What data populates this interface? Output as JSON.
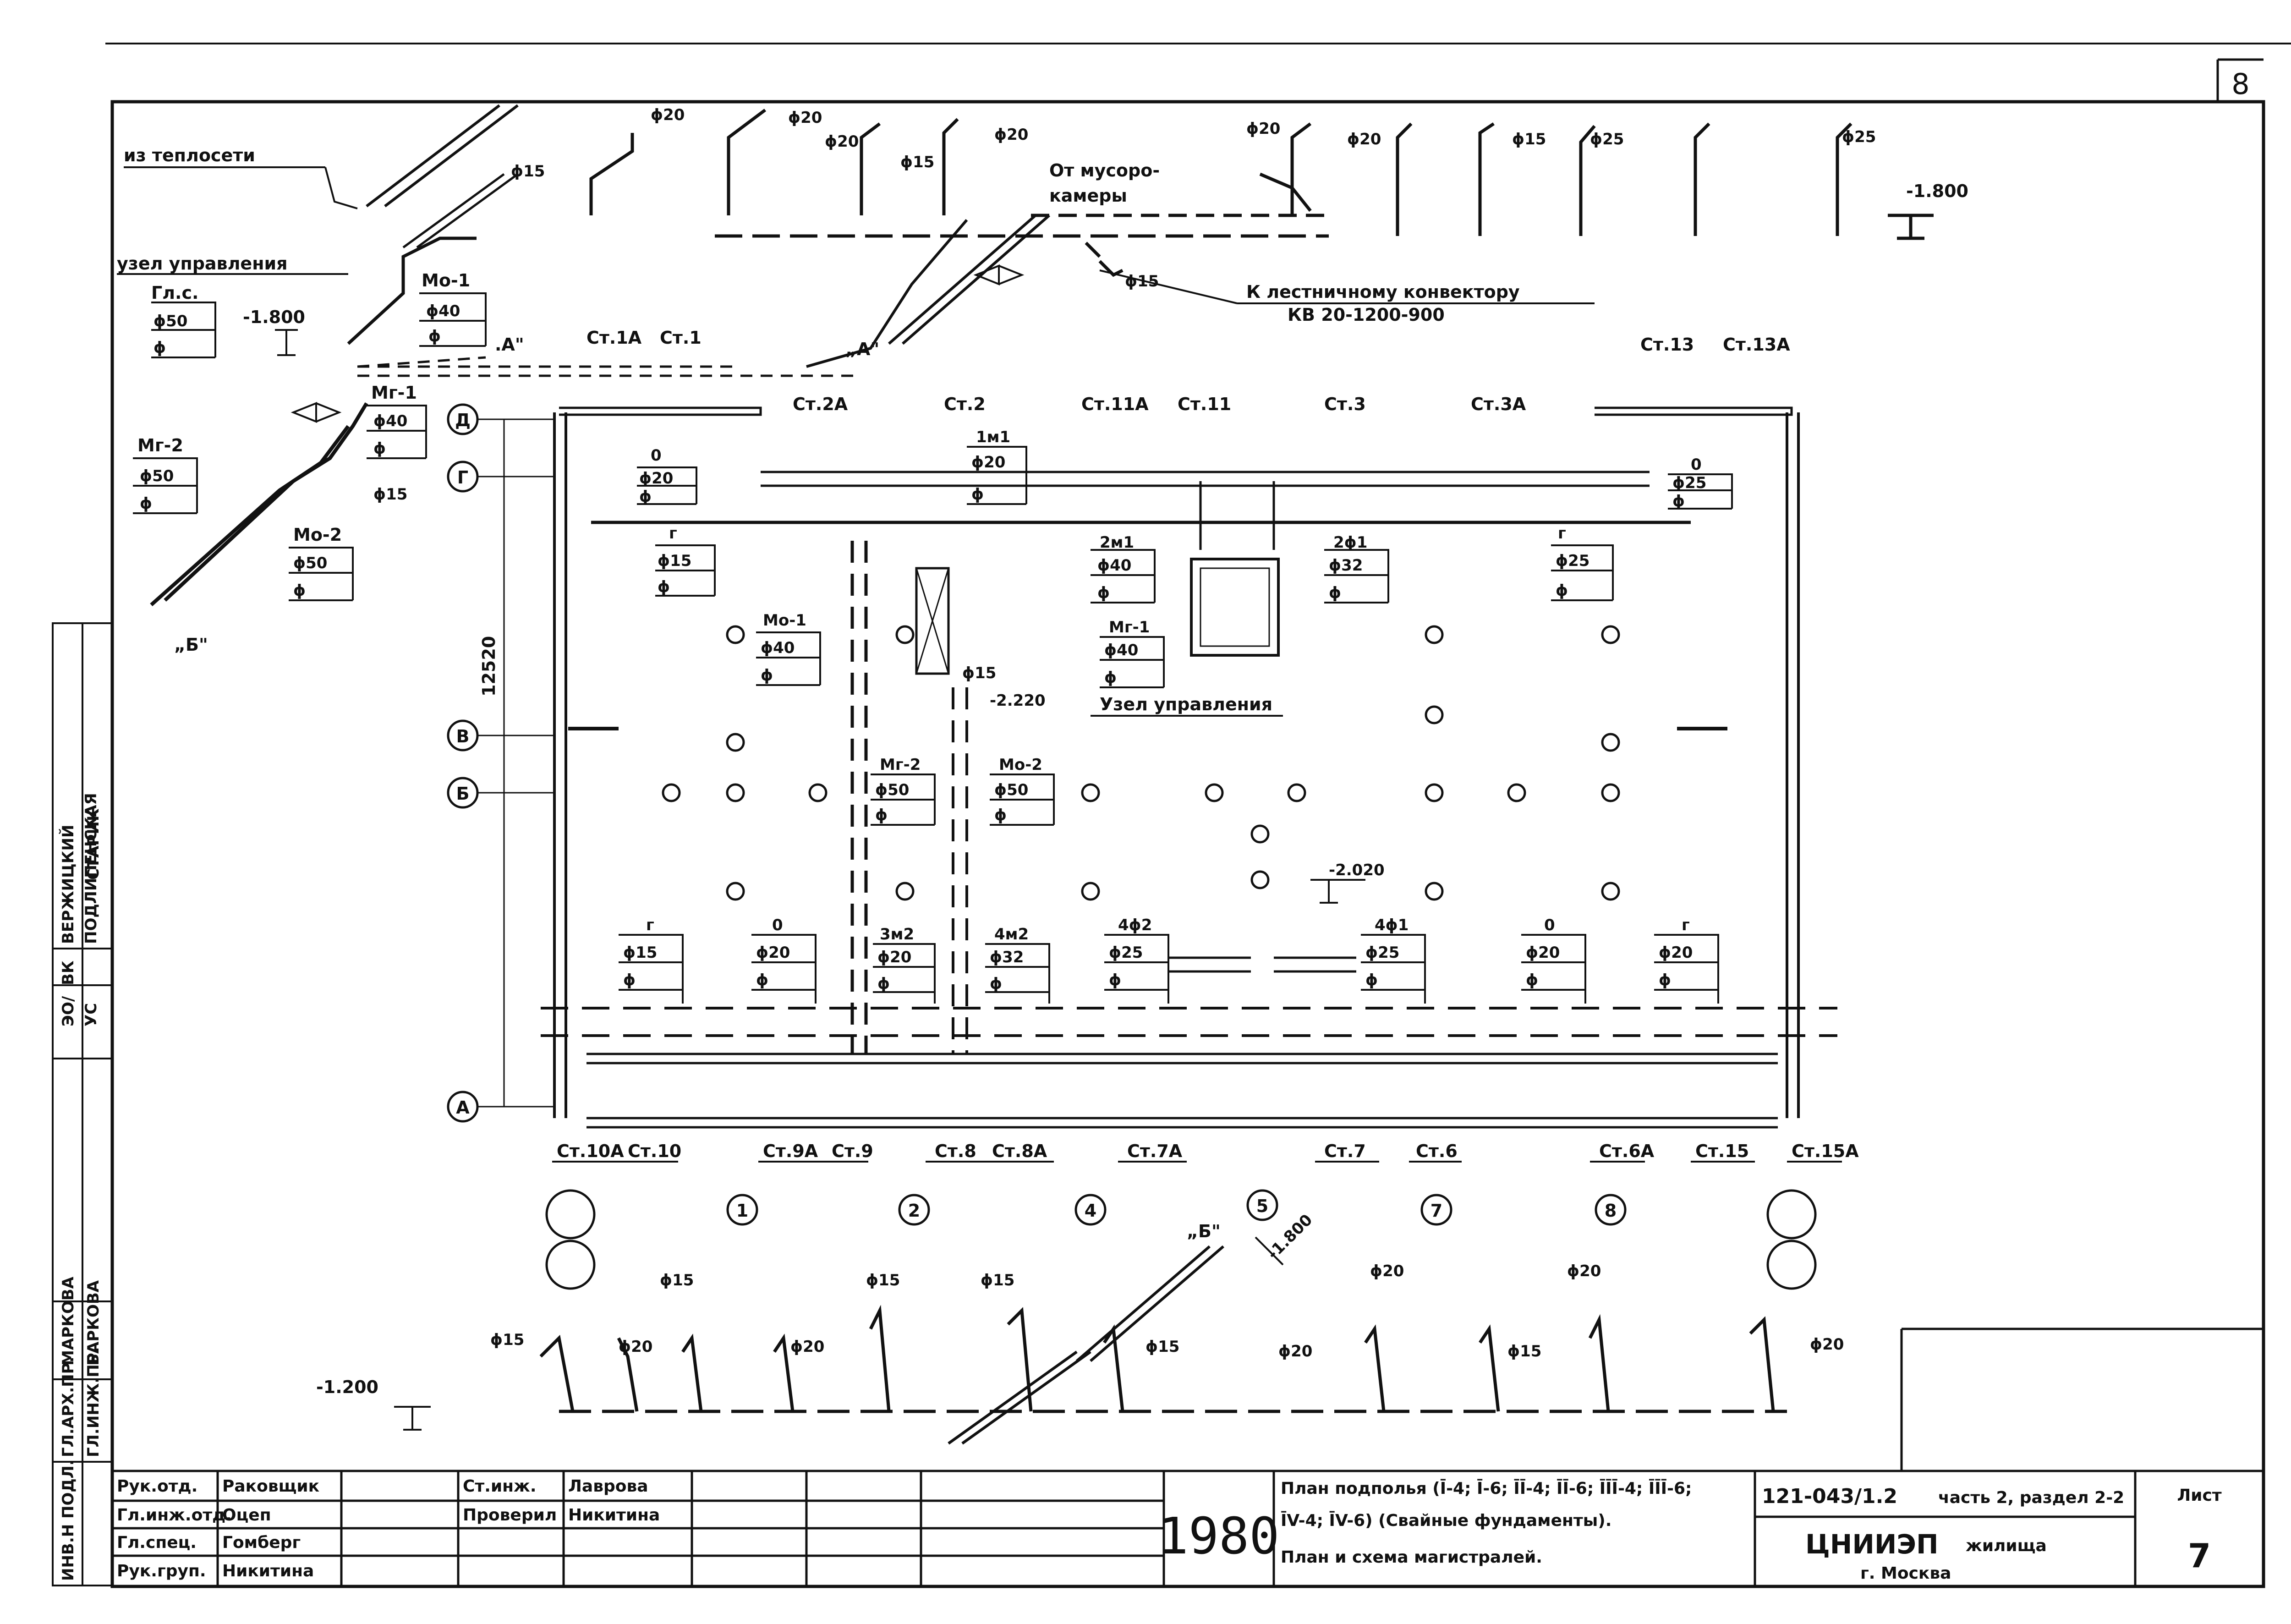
{
  "sheet": {
    "page_number": "8",
    "sheet_number": "7"
  },
  "top_schema": {
    "from_network": "из теплосети",
    "control_node": "узел управления",
    "gl_s": "Гл.с.",
    "from_chamber_1": "От мусоро-",
    "from_chamber_2": "камеры",
    "to_convector": "К лестничному конвектору",
    "convector_model": "КВ 20-1200-900",
    "mark_a_left": ".А\"",
    "mark_a_right": "„А\"",
    "mark_b": "„Б\"",
    "elev_left": "-1.800",
    "elev_right": "-1.800",
    "risers": [
      {
        "name": "Мо-1",
        "d": "ϕ40"
      },
      {
        "name": "Мг-1",
        "d": "ϕ40"
      },
      {
        "name": "Мг-2",
        "d": "ϕ50"
      },
      {
        "name": "Мо-2",
        "d": "ϕ50"
      }
    ],
    "branch_d": [
      "ϕ15",
      "ϕ20",
      "ϕ20",
      "ϕ20",
      "ϕ15",
      "ϕ20",
      "ϕ20",
      "ϕ20",
      "ϕ15",
      "ϕ25",
      "ϕ25",
      "ϕ15",
      "ϕ50",
      "ϕ15"
    ],
    "phi": "ϕ"
  },
  "plan": {
    "axes_letters": [
      "Д",
      "Г",
      "В",
      "Б",
      "А"
    ],
    "axes_numbers": [
      "1",
      "2",
      "4",
      "5",
      "7",
      "8"
    ],
    "dimension": "12520",
    "control_node": "Узел управления",
    "elev_220": "-2.220",
    "elev_020": "-2.020",
    "top_stands": [
      "Ст.1А",
      "Ст.1",
      "Ст.2А",
      "Ст.2",
      "Ст.11А",
      "Ст.11",
      "Ст.3",
      "Ст.3А",
      "Ст.13",
      "Ст.13А"
    ],
    "bottom_stands": [
      "Ст.10А",
      "Ст.10",
      "Ст.9А",
      "Ст.9",
      "Ст.8",
      "Ст.8А",
      "Ст.7А",
      "Ст.7",
      "Ст.6",
      "Ст.6А",
      "Ст.15",
      "Ст.15А"
    ],
    "top_tags": [
      {
        "name": "0",
        "d": "ϕ20"
      },
      {
        "name": "г",
        "d": "ϕ15"
      },
      {
        "name": "1м1",
        "d": "ϕ20"
      },
      {
        "name": "2м1",
        "d": "ϕ40"
      },
      {
        "name": "2ϕ1",
        "d": "ϕ32"
      },
      {
        "name": "г",
        "d": "ϕ25"
      },
      {
        "name": "0",
        "d": "ϕ25"
      },
      {
        "name": "Мо-1",
        "d": "ϕ40"
      },
      {
        "name": "Мг-1",
        "d": "ϕ40"
      },
      {
        "name": "Мг-2",
        "d": "ϕ50"
      },
      {
        "name": "Мо-2",
        "d": "ϕ50"
      }
    ],
    "bottom_tags": [
      {
        "name": "г",
        "d": "ϕ15"
      },
      {
        "name": "0",
        "d": "ϕ20"
      },
      {
        "name": "3м2",
        "d": "ϕ20"
      },
      {
        "name": "4м2",
        "d": "ϕ32"
      },
      {
        "name": "4ϕ2",
        "d": "ϕ25"
      },
      {
        "name": "4ϕ1",
        "d": "ϕ25"
      },
      {
        "name": "0",
        "d": "ϕ20"
      },
      {
        "name": "г",
        "d": "ϕ20"
      }
    ],
    "small_d": "ϕ15"
  },
  "bottom_schema": {
    "mark_b": "„Б\"",
    "elev_1800": "-1.800",
    "elev_1200": "-1.200",
    "branch_d": [
      "ϕ15",
      "ϕ20",
      "ϕ20",
      "ϕ15",
      "ϕ15",
      "ϕ15",
      "ϕ20",
      "ϕ20",
      "ϕ15",
      "ϕ20",
      "ϕ20"
    ]
  },
  "side_stamp": [
    "ВК",
    "ВЕРЖИЦКИЙ",
    "ЭО/",
    "ПОДЛИПЕНСКАЯ",
    "УС",
    "СТАРИК",
    "ГЛ.АРХ.ПР.",
    "МАРКОВА",
    "ГЛ.ИНЖ.ПР.",
    "БАРКОВА",
    "ИНВ.Н ПОДЛ."
  ],
  "title_block": {
    "rows": [
      {
        "role": "Рук.отд.",
        "name": "Раковщик"
      },
      {
        "role": "Гл.инж.отд.",
        "name": "Оцеп"
      },
      {
        "role": "Гл.спец.",
        "name": "Гомберг"
      },
      {
        "role": "Рук.груп.",
        "name": "Никитина"
      }
    ],
    "rows2": [
      {
        "role": "Ст.инж.",
        "name": "Лаврова"
      },
      {
        "role": "Проверил",
        "name": "Никитина"
      }
    ],
    "year": "1980",
    "title_1": "План подполья (Ī-4; Ī-6; ĪĪ-4; ĪĪ-6; ĪĪĪ-4; ĪĪĪ-6;",
    "title_2": "ĪV-4; ĪV-6) (Свайные фундаменты).",
    "title_3": "План и схема магистралей.",
    "project_code": "121-043/1.2",
    "part": "часть 2, раздел 2-2",
    "org_1": "ЦНИИЭП",
    "org_2": "жилища",
    "city": "г. Москва",
    "sheet_label": "Лист",
    "sheet_no": "7"
  }
}
